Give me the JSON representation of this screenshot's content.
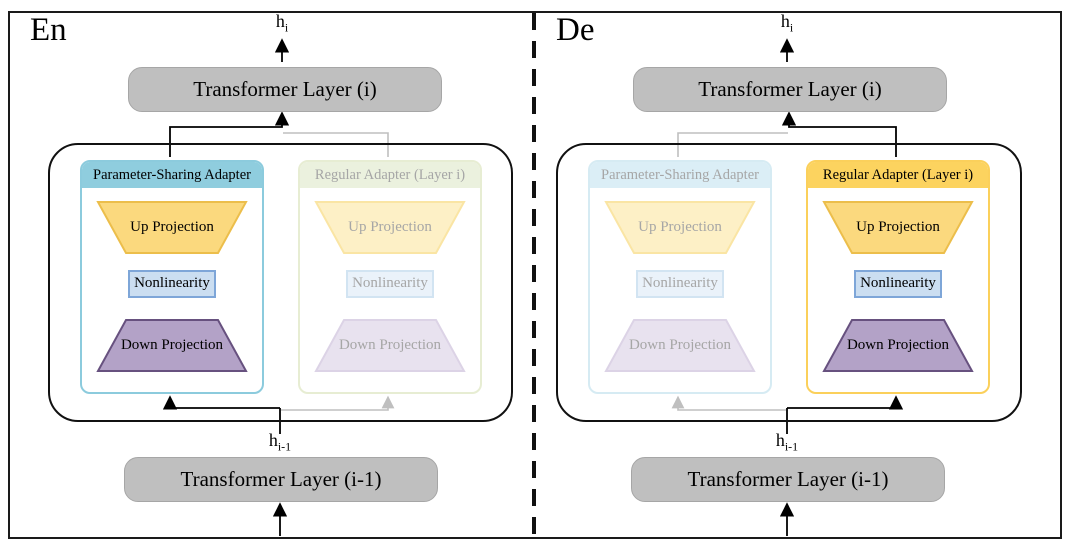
{
  "figure": {
    "type": "encoder-decoder-adapter-architecture-diagram",
    "panels": [
      {
        "label": "En",
        "hidden_state_out": {
          "base": "h",
          "sub": "i"
        },
        "hidden_state_in": {
          "base": "h",
          "sub": "i-1"
        },
        "transformer_layer_top": "Transformer Layer (i)",
        "transformer_layer_bottom": "Transformer Layer (i-1)",
        "adapters": [
          {
            "title": "Parameter-Sharing Adapter",
            "state": "active"
          },
          {
            "title": "Regular Adapter (Layer i)",
            "state": "inactive"
          }
        ]
      },
      {
        "label": "De",
        "hidden_state_out": {
          "base": "h",
          "sub": "i"
        },
        "hidden_state_in": {
          "base": "h",
          "sub": "i-1"
        },
        "transformer_layer_top": "Transformer Layer (i)",
        "transformer_layer_bottom": "Transformer Layer (i-1)",
        "adapters": [
          {
            "title": "Parameter-Sharing Adapter",
            "state": "inactive"
          },
          {
            "title": "Regular Adapter (Layer i)",
            "state": "active"
          }
        ]
      }
    ],
    "component_labels": {
      "up_projection": "Up Projection",
      "nonlinearity": "Nonlinearity",
      "down_projection": "Down Projection"
    },
    "colors": {
      "active_adapter_blue": "#8FCDDE",
      "active_adapter_gold": "#FCD35F",
      "inactive_adapter_green": "#EBF1DE",
      "inactive_adapter_lightblue": "#DBEEF6",
      "up_projection_fill": "#FBD97E",
      "nonlinearity_fill": "#CBDEF1",
      "down_projection_fill": "#B3A2C7",
      "transformer_box_fill": "#BFBFBF",
      "faded_text": "#A6A6A6",
      "faded_wire": "#BFBFBF"
    }
  }
}
